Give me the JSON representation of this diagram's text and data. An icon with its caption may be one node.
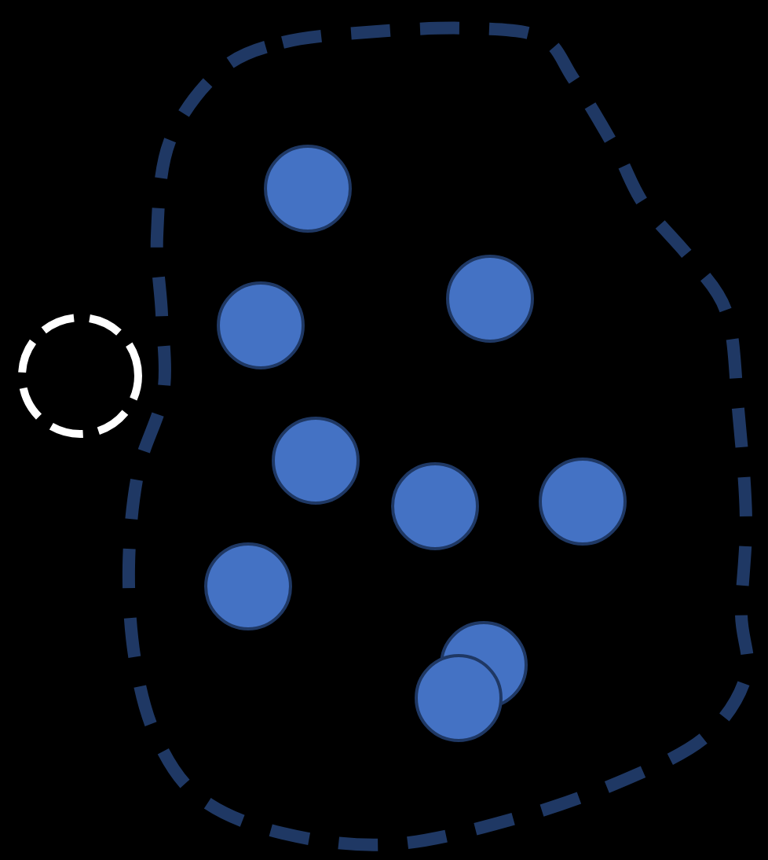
{
  "diagram": {
    "nodes": [
      {
        "text": [],
        "shape": "cloud"
      },
      {
        "text": [],
        "shape": "circle",
        "in": 0
      },
      {
        "text": [],
        "shape": "circle",
        "in": 0
      },
      {
        "text": [],
        "shape": "circle",
        "in": 0
      },
      {
        "text": [],
        "shape": "circle"
      },
      {
        "text": [],
        "shape": "circle",
        "in": 0
      },
      {
        "text": [],
        "shape": "circle",
        "in": 0
      },
      {
        "text": [],
        "shape": "circle",
        "in": 0
      },
      {
        "text": [],
        "shape": "circle",
        "in": 0
      },
      {
        "text": [],
        "shape": "circle",
        "in": 0
      },
      {
        "text": [],
        "shape": "circle",
        "in": 0
      }
    ]
  }
}
